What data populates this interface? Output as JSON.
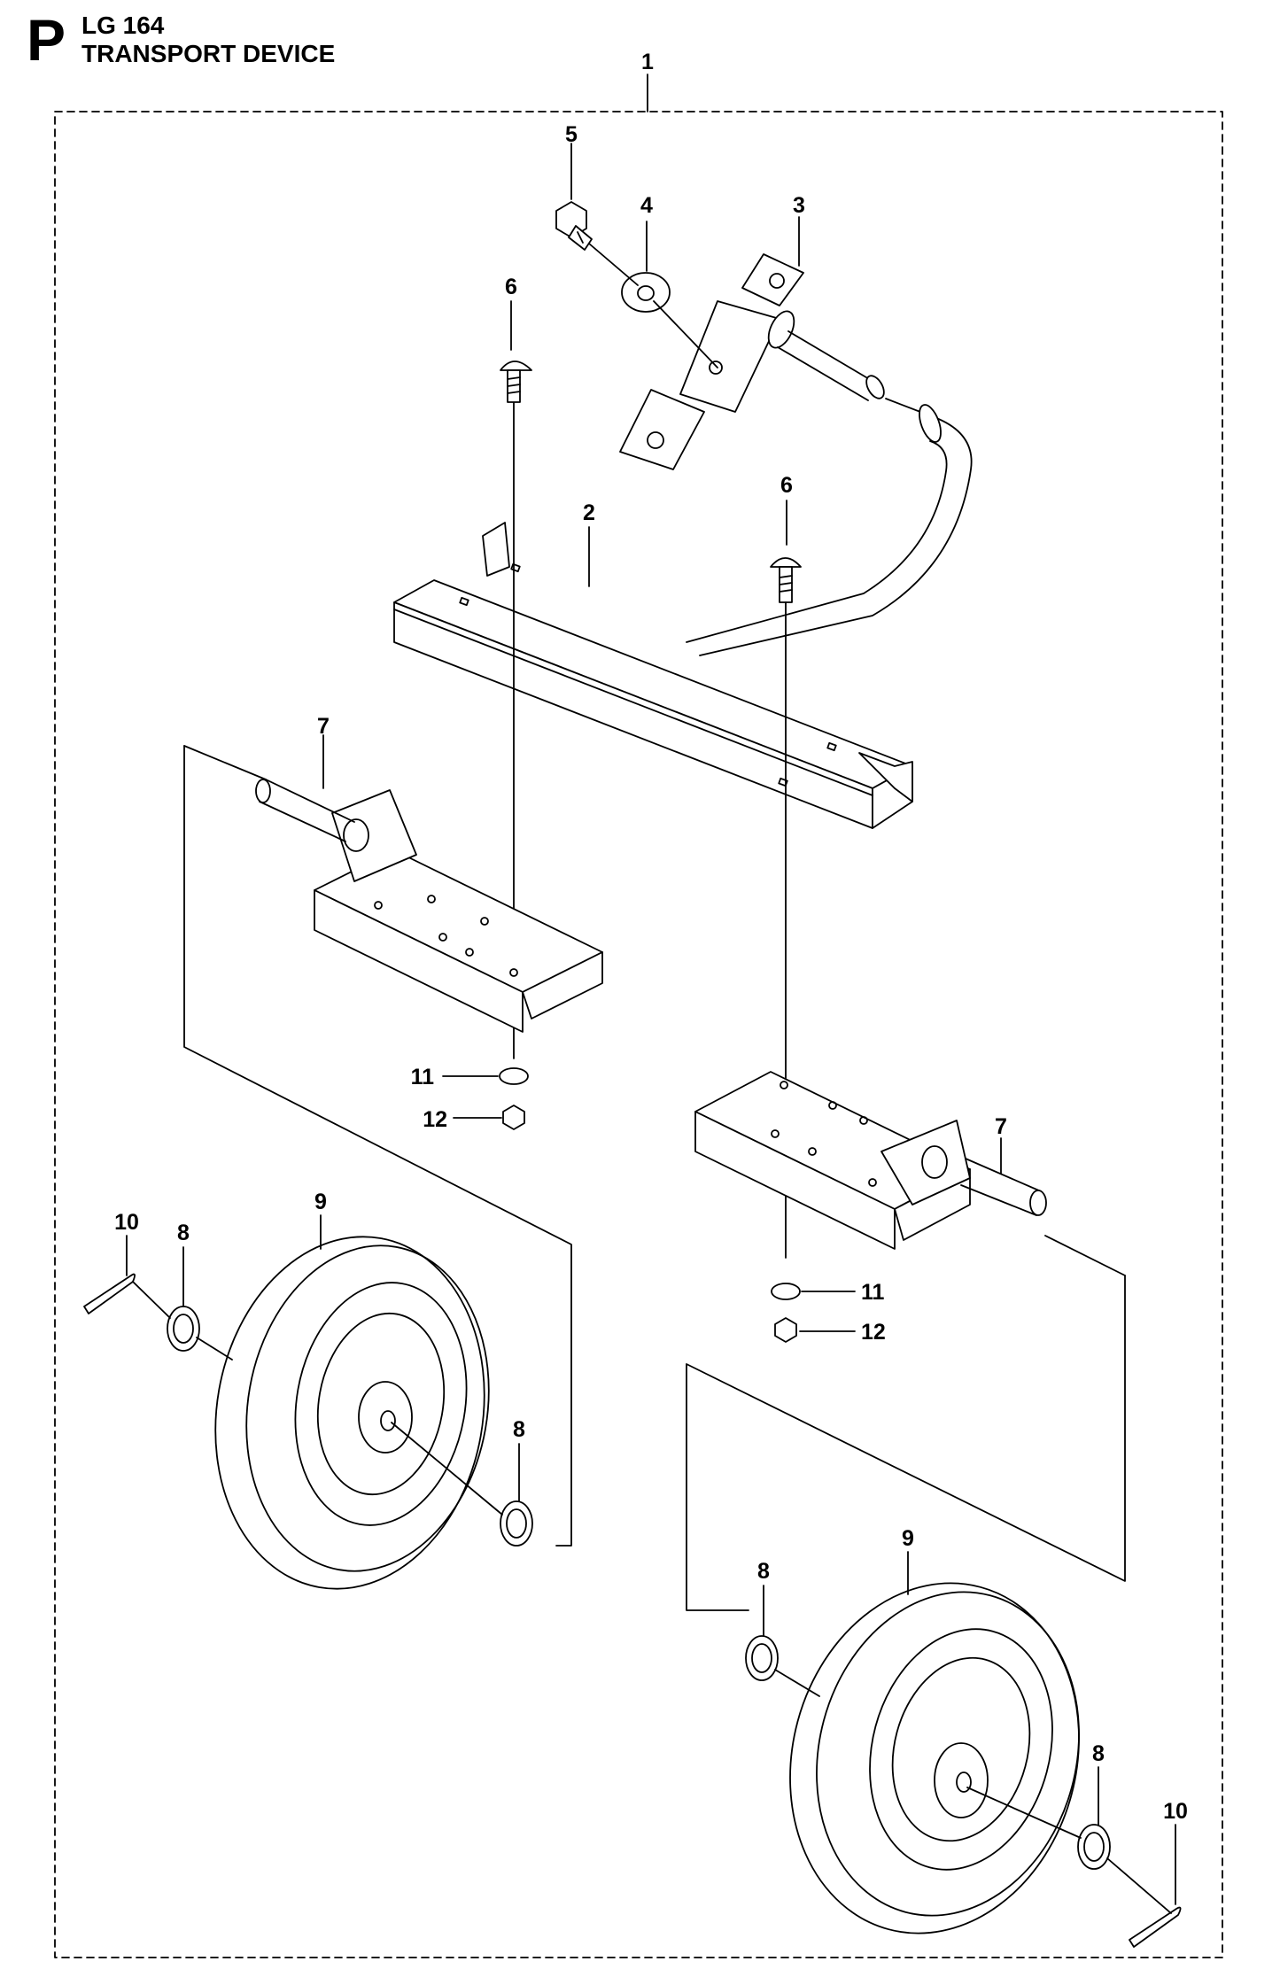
{
  "header": {
    "section": "P",
    "model": "LG 164",
    "title": "TRANSPORT DEVICE"
  },
  "callouts": {
    "c1": "1",
    "c2": "2",
    "c3": "3",
    "c4": "4",
    "c5": "5",
    "c6a": "6",
    "c6b": "6",
    "c7a": "7",
    "c7b": "7",
    "c8a": "8",
    "c8b": "8",
    "c8c": "8",
    "c8d": "8",
    "c9a": "9",
    "c9b": "9",
    "c10a": "10",
    "c10b": "10",
    "c11a": "11",
    "c11b": "11",
    "c12a": "12",
    "c12b": "12"
  }
}
